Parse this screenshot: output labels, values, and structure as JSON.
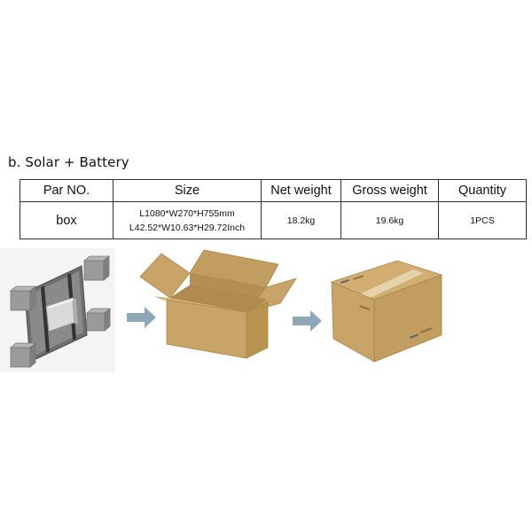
{
  "section": {
    "title": "b. Solar + Battery"
  },
  "table": {
    "headers": [
      "Par NO.",
      "Size",
      "Net weight",
      "Gross weight",
      "Quantity"
    ],
    "rows": [
      {
        "part_no": "box",
        "size_mm": "L1080*W270*H755mm",
        "size_inch": "L42.52*W10.63*H29.72Inch",
        "net_weight": "18.2kg",
        "gross_weight": "19.6kg",
        "quantity": "1PCS"
      }
    ]
  },
  "figure": {
    "steps": [
      {
        "name": "panel-with-corner-protectors",
        "icon": "solar-panel-battery-icon"
      },
      {
        "name": "arrow",
        "icon": "arrow-right-icon"
      },
      {
        "name": "open-carton",
        "icon": "open-box-icon"
      },
      {
        "name": "arrow",
        "icon": "arrow-right-icon"
      },
      {
        "name": "sealed-carton",
        "icon": "sealed-box-icon"
      }
    ],
    "colors": {
      "carton": "#c9a468",
      "carton_dark": "#b48f55",
      "carton_light": "#d8b77e",
      "tape": "#e6d3ae",
      "arrow": "#8fa8b8",
      "protector": "#8c8c8c",
      "panel": "#7a7a7a"
    }
  }
}
